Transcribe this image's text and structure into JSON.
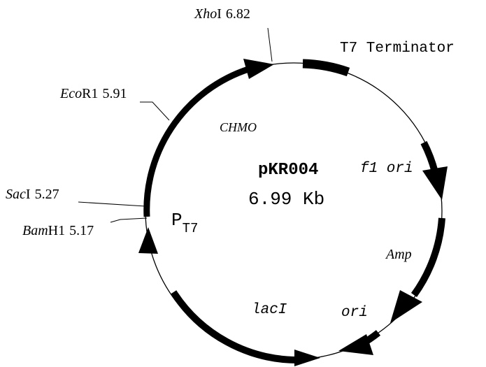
{
  "plasmid": {
    "name": "pKR004",
    "size": "6.99 Kb"
  },
  "restriction_sites": [
    {
      "enzyme": "Xho",
      "suffix": "I",
      "position": "6.82"
    },
    {
      "enzyme": "Eco",
      "suffix": "R1",
      "position": "5.91"
    },
    {
      "enzyme": "Sac",
      "suffix": "I",
      "position": "5.27"
    },
    {
      "enzyme": "Bam",
      "suffix": "H1",
      "position": "5.17"
    }
  ],
  "features": {
    "t7_terminator": "T7 Terminator",
    "f1_ori": "f1 ori",
    "amp": "Amp",
    "ori": "ori",
    "laci": "lacI",
    "chmo": "CHMO",
    "promoter_main": "P",
    "promoter_sub": "T7"
  },
  "colors": {
    "ink": "#000000",
    "background": "#ffffff"
  }
}
